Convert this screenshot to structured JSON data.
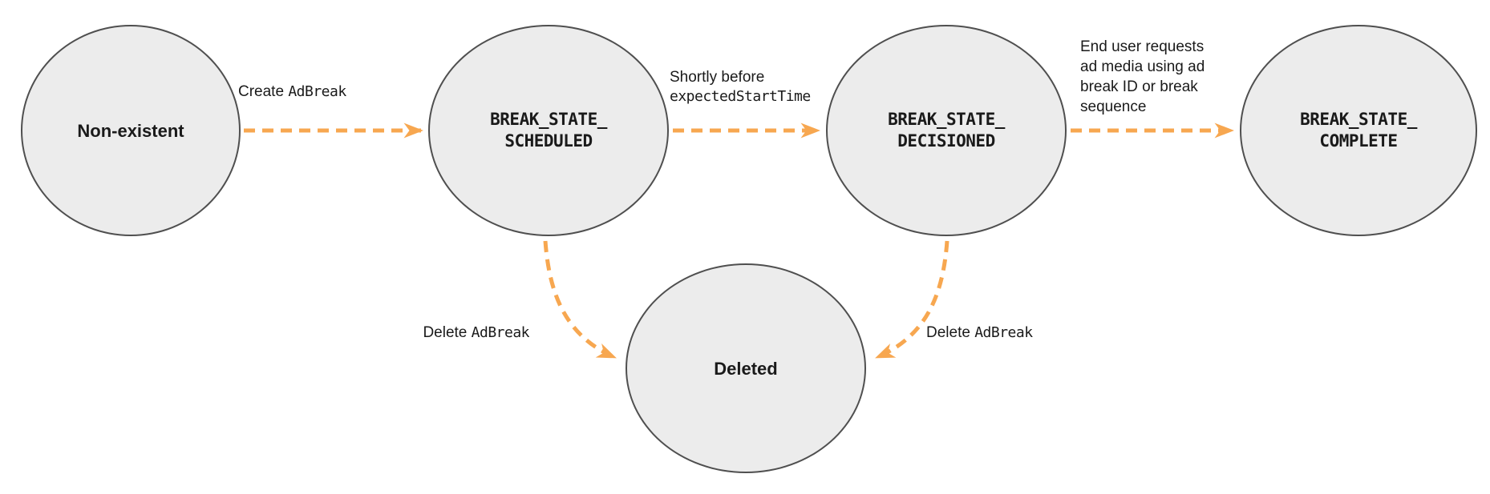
{
  "diagram": {
    "type": "state-diagram",
    "colors": {
      "background": "#ffffff",
      "node_fill": "#ececec",
      "node_stroke": "#4f4f4f",
      "arrow": "#f7a750",
      "text": "#1a1a1a"
    },
    "nodes": [
      {
        "id": "non-existent",
        "label": "Non-existent"
      },
      {
        "id": "break-state-scheduled",
        "line1": "BREAK_STATE_",
        "line2": "SCHEDULED"
      },
      {
        "id": "break-state-decisioned",
        "line1": "BREAK_STATE_",
        "line2": "DECISIONED"
      },
      {
        "id": "break-state-complete",
        "line1": "BREAK_STATE_",
        "line2": "COMPLETE"
      },
      {
        "id": "deleted",
        "label": "Deleted"
      }
    ],
    "edges": [
      {
        "id": "create-adbreak",
        "from": "non-existent",
        "to": "break-state-scheduled",
        "label_text": "Create ",
        "label_code": "AdBreak"
      },
      {
        "id": "shortly-before-expected-start-time",
        "from": "break-state-scheduled",
        "to": "break-state-decisioned",
        "label_text": "Shortly before",
        "label_code": "expectedStartTime"
      },
      {
        "id": "end-user-requests-ad-media",
        "from": "break-state-decisioned",
        "to": "break-state-complete",
        "label_lines": [
          "End user requests",
          "ad media using ad",
          "break ID or break",
          "sequence"
        ]
      },
      {
        "id": "delete-adbreak-from-scheduled",
        "from": "break-state-scheduled",
        "to": "deleted",
        "label_text": "Delete ",
        "label_code": "AdBreak"
      },
      {
        "id": "delete-adbreak-from-decisioned",
        "from": "break-state-decisioned",
        "to": "deleted",
        "label_text": "Delete ",
        "label_code": "AdBreak"
      }
    ]
  }
}
